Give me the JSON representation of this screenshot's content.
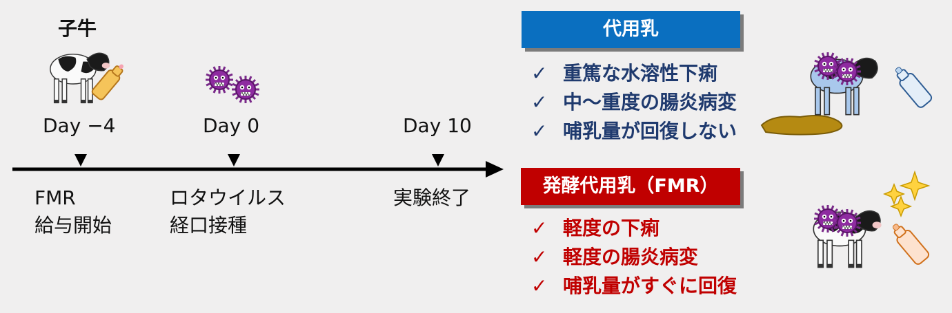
{
  "calf_label": "子牛",
  "timeline": {
    "days": [
      "Day −4",
      "Day 0",
      "Day 10"
    ],
    "events": [
      {
        "line1": "FMR",
        "line2": "給与開始"
      },
      {
        "line1": "ロタウイルス",
        "line2": "経口接種"
      },
      {
        "line1": "実験終了",
        "line2": ""
      }
    ]
  },
  "groups": {
    "control": {
      "title": "代用乳",
      "color": "#0a6fc0",
      "items": [
        "重篤な水溶性下痢",
        "中～重度の腸炎病変",
        "哺乳量が回復しない"
      ]
    },
    "fmr": {
      "title": "発酵代用乳（FMR）",
      "color": "#c00000",
      "items": [
        "軽度の下痢",
        "軽度の腸炎病変",
        "哺乳量がすぐに回復"
      ]
    }
  },
  "check_symbol": "✓",
  "icons": [
    "calf-icon",
    "milk-bottle-icon",
    "virus-icon",
    "diarrhea-puddle-icon",
    "sparkle-icon"
  ]
}
